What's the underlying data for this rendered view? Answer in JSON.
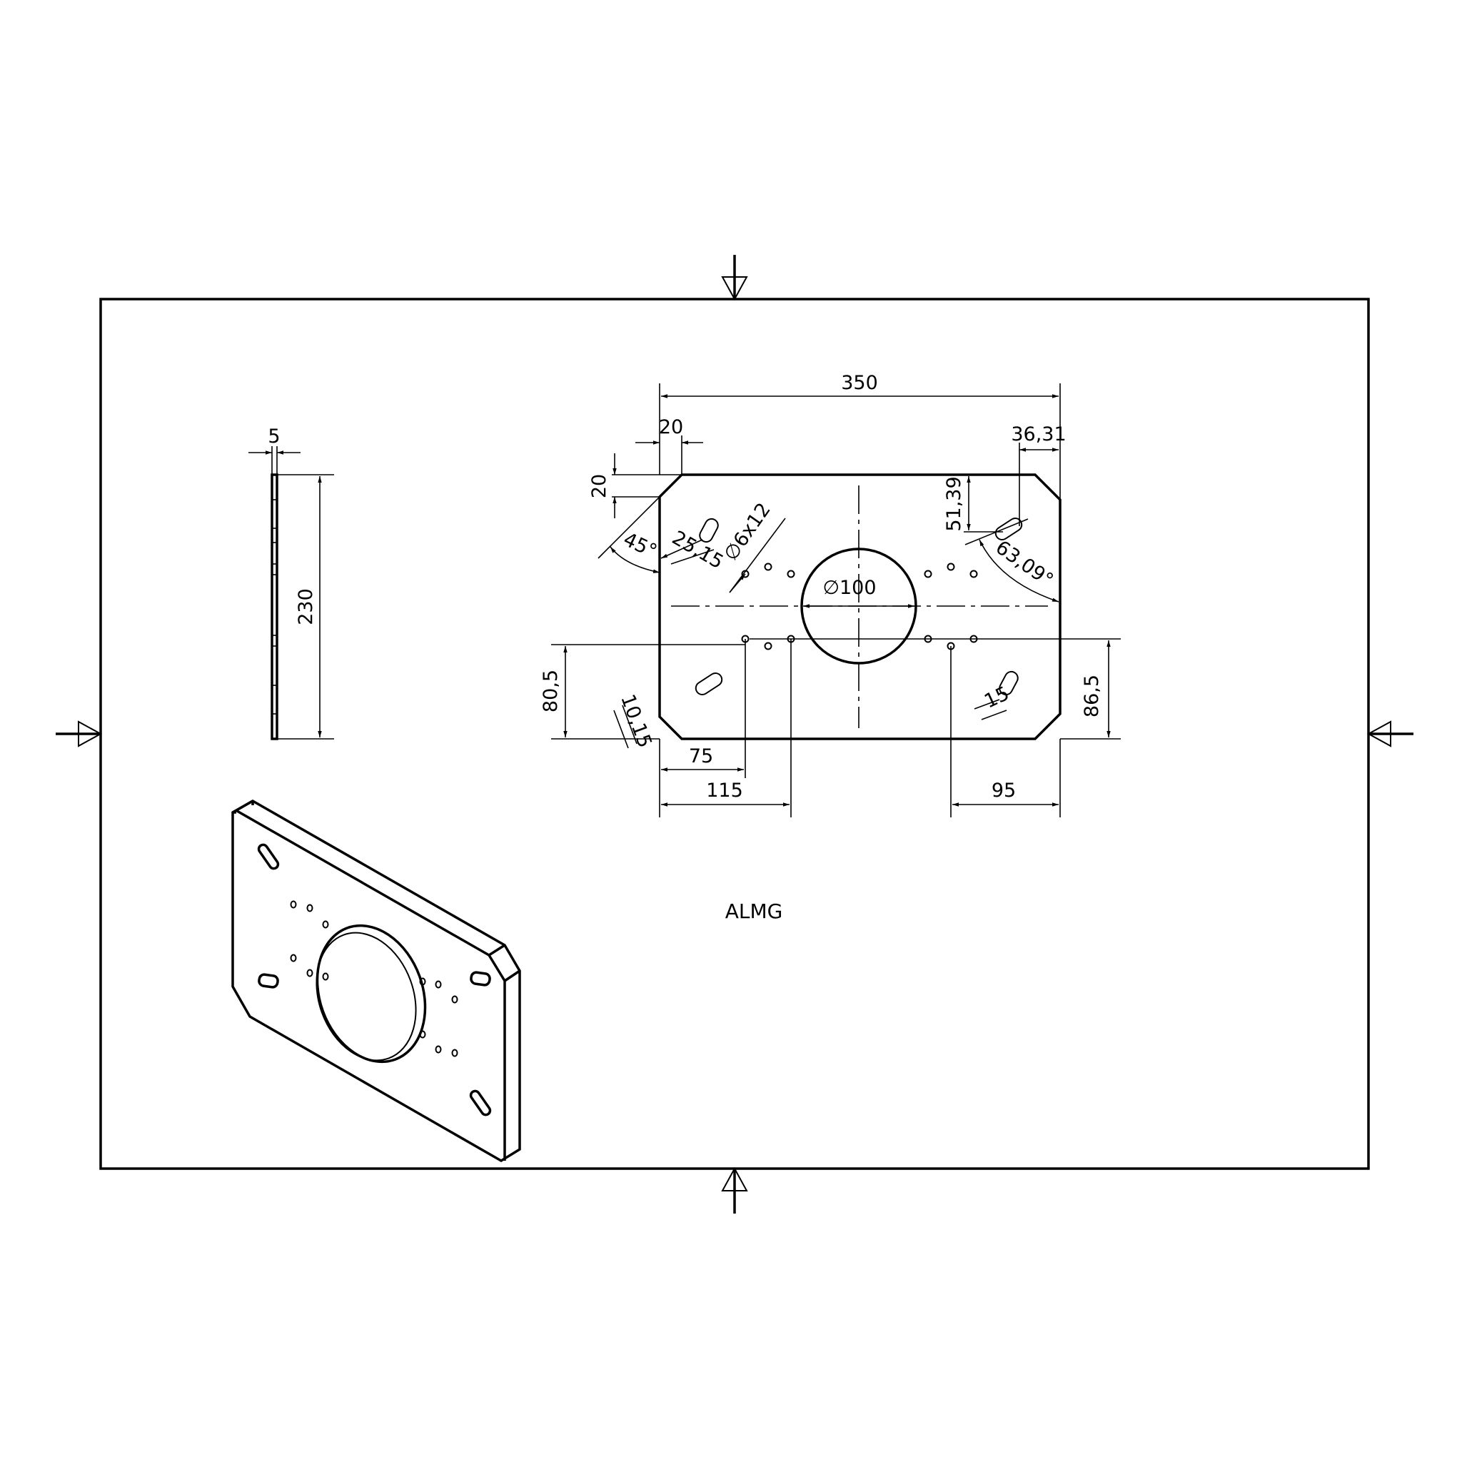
{
  "material": "ALMG",
  "dimensions": {
    "width": "350",
    "chamfer_x": "20",
    "chamfer_y": "20",
    "slot_offset_top_right": "36,31",
    "slot_height_top_right": "51,39",
    "chamfer_angle": "45°",
    "slot_offset": "25,15",
    "hole_spec": "∅6x12",
    "center_hole": "∅100",
    "slot_angle": "63,09°",
    "hole_row_height_left": "80,5",
    "slot_width_left": "10,15",
    "slot_width_right": "15",
    "hole_row_height_right": "86,5",
    "hole_x_1": "75",
    "hole_x_2": "115",
    "hole_x_right": "95",
    "thickness": "5",
    "height": "230"
  },
  "colors": {
    "line": "#000000",
    "background": "#ffffff"
  }
}
